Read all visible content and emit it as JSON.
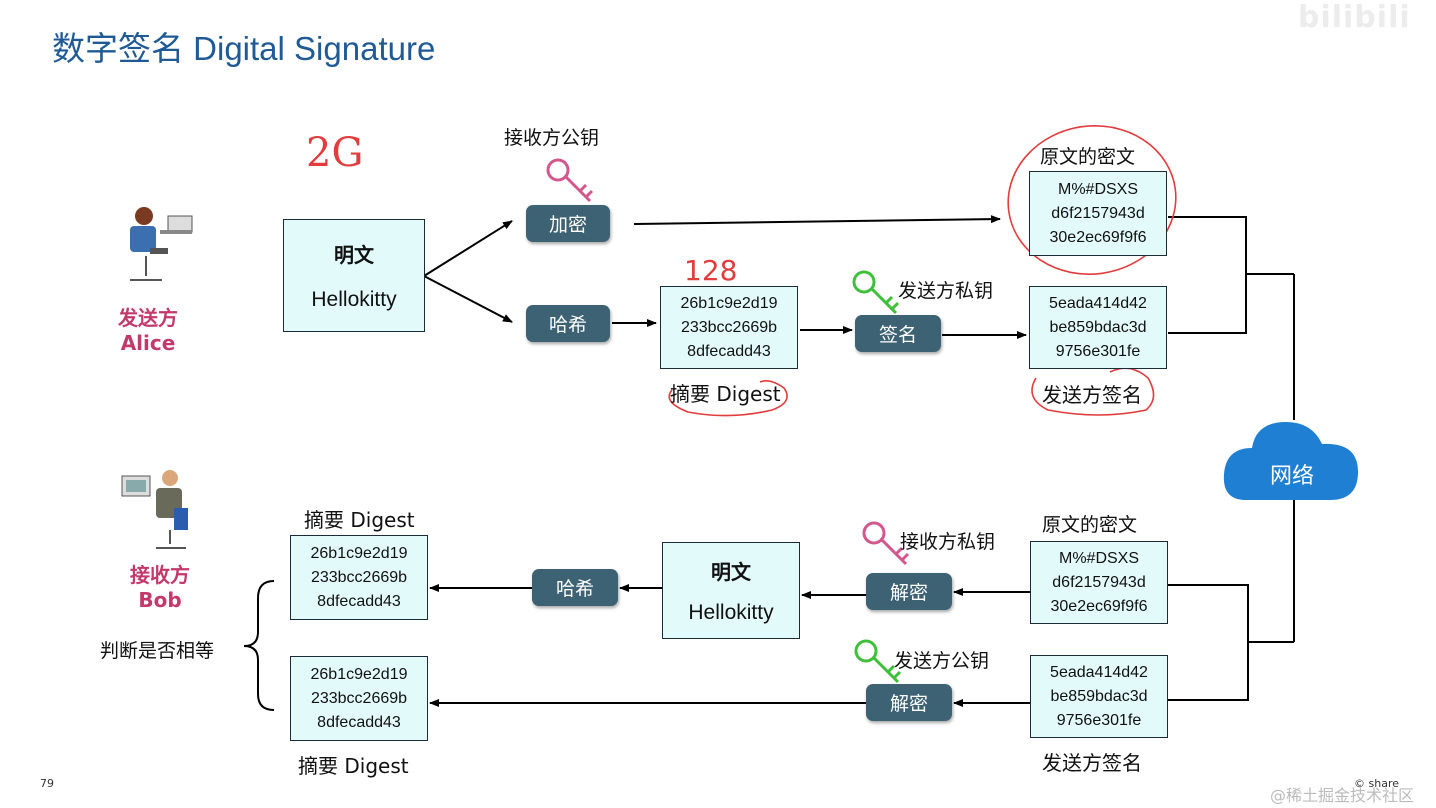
{
  "title": "数字签名 Digital Signature",
  "watermark_top": "bilibili",
  "sender": {
    "line1": "发送方",
    "line2": "Alice"
  },
  "receiver": {
    "line1": "接收方",
    "line2": "Bob"
  },
  "annotations": {
    "a1": "2G",
    "a2": "128"
  },
  "top": {
    "plaintext": {
      "title": "明文",
      "value": "Hellokitty"
    },
    "encrypt_btn": "加密",
    "hash_btn": "哈希",
    "sign_btn": "签名",
    "recv_pubkey_label": "接收方公钥",
    "sender_privkey_label": "发送方私钥",
    "digest": {
      "l1": "26b1c9e2d19",
      "l2": "233bcc2669b",
      "l3": "8dfecadd43"
    },
    "digest_label": "摘要 Digest",
    "cipher_label": "原文的密文",
    "cipher": {
      "l1": "M%#DSXS",
      "l2": "d6f2157943d",
      "l3": "30e2ec69f9f6"
    },
    "signature": {
      "l1": "5eada414d42",
      "l2": "be859bdac3d",
      "l3": "9756e301fe"
    },
    "signature_label": "发送方签名"
  },
  "network": "网络",
  "bottom": {
    "cipher_label": "原文的密文",
    "cipher": {
      "l1": "M%#DSXS",
      "l2": "d6f2157943d",
      "l3": "30e2ec69f9f6"
    },
    "signature": {
      "l1": "5eada414d42",
      "l2": "be859bdac3d",
      "l3": "9756e301fe"
    },
    "signature_label": "发送方签名",
    "recv_privkey_label": "接收方私钥",
    "sender_pubkey_label": "发送方公钥",
    "decrypt_btn1": "解密",
    "decrypt_btn2": "解密",
    "plaintext": {
      "title": "明文",
      "value": "Hellokitty"
    },
    "hash_btn": "哈希",
    "digest1_label": "摘要 Digest",
    "digest1": {
      "l1": "26b1c9e2d19",
      "l2": "233bcc2669b",
      "l3": "8dfecadd43"
    },
    "digest2": {
      "l1": "26b1c9e2d19",
      "l2": "233bcc2669b",
      "l3": "8dfecadd43"
    },
    "digest2_label": "摘要 Digest",
    "compare_label": "判断是否相等"
  },
  "page_number": "79",
  "share": "© share",
  "watermark_bottom": "@稀土掘金技术社区",
  "colors": {
    "title": "#1f5a96",
    "box_fill": "#e3fafb",
    "button": "#3d6274",
    "person_label": "#c2396a",
    "cloud": "#1e7fd3",
    "pink_key": "#d2578c",
    "green_key": "#3fbf3a",
    "annotation": "#e23c3c"
  }
}
